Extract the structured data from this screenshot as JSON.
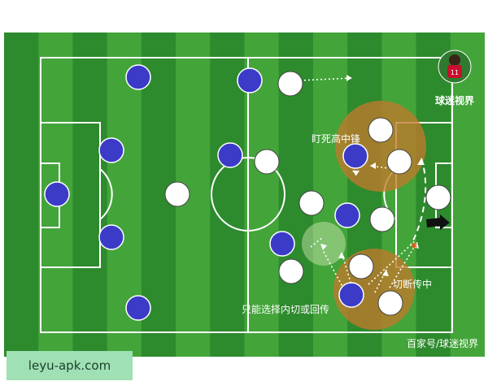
{
  "annotations": {
    "mark": "盯死高中锋",
    "cut": "切断传中",
    "only": "只能选择内切或回传"
  },
  "brand": {
    "logo_text": "球迷视界",
    "credit": "百家号/球迷视界",
    "watermark": "leyu-apk.com"
  },
  "colors": {
    "pitch_dark": "#2d8a2d",
    "pitch_light": "#43a43a",
    "blue_team": "#3b3bc8",
    "white_team": "#ffffff",
    "highlight": "#c07a2b"
  }
}
